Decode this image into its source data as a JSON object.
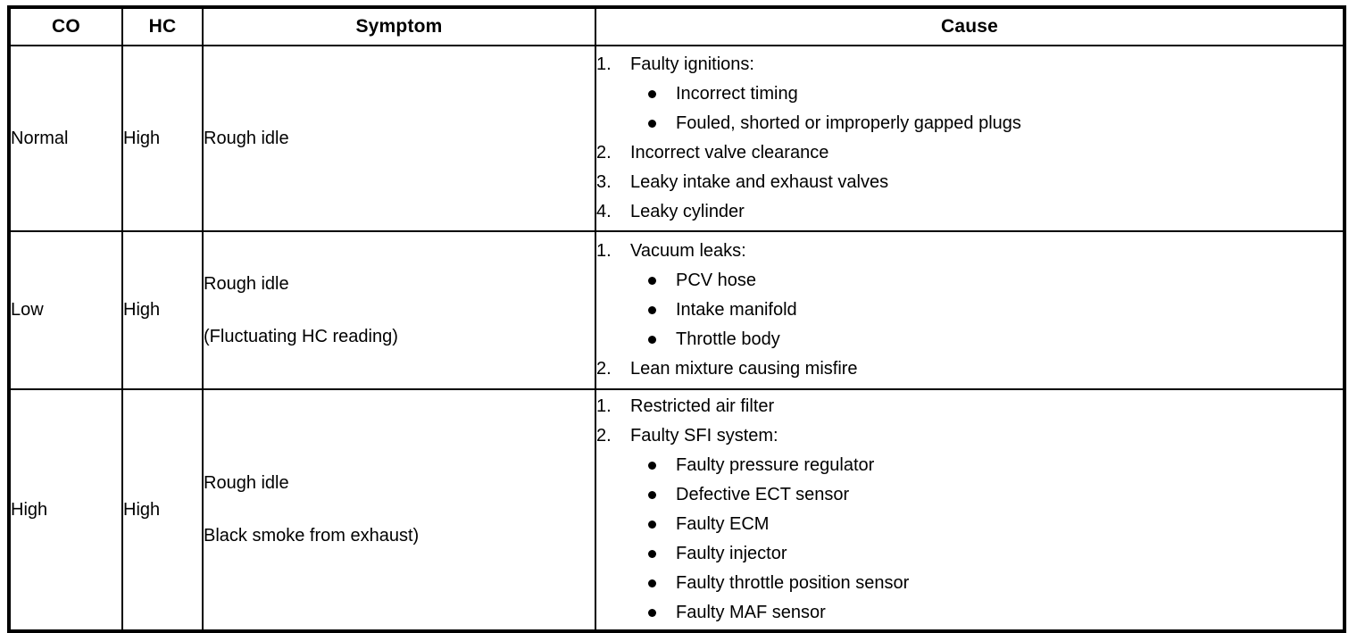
{
  "table": {
    "headers": [
      {
        "id": "co",
        "label": "CO"
      },
      {
        "id": "hc",
        "label": "HC"
      },
      {
        "id": "symptom",
        "label": "Symptom"
      },
      {
        "id": "cause",
        "label": "Cause"
      }
    ],
    "rows": [
      {
        "co": "Normal",
        "hc": "High",
        "symptom_lines": [
          "Rough idle"
        ],
        "causes": [
          {
            "number": "1.",
            "text": "Faulty ignitions:",
            "sub": [
              "Incorrect timing",
              "Fouled, shorted or improperly gapped plugs"
            ]
          },
          {
            "number": "2.",
            "text": "Incorrect valve clearance",
            "sub": []
          },
          {
            "number": "3.",
            "text": "Leaky intake and exhaust valves",
            "sub": []
          },
          {
            "number": "4.",
            "text": "Leaky cylinder",
            "sub": []
          }
        ]
      },
      {
        "co": "Low",
        "hc": "High",
        "symptom_lines": [
          "Rough idle",
          "(Fluctuating HC reading)"
        ],
        "causes": [
          {
            "number": "1.",
            "text": "Vacuum leaks:",
            "sub": [
              "PCV hose",
              "Intake manifold",
              "Throttle body"
            ]
          },
          {
            "number": "2.",
            "text": "Lean mixture causing misfire",
            "sub": []
          }
        ]
      },
      {
        "co": "High",
        "hc": "High",
        "symptom_lines": [
          "Rough idle",
          "Black smoke from exhaust)"
        ],
        "causes": [
          {
            "number": "1.",
            "text": "Restricted air filter",
            "sub": []
          },
          {
            "number": "2.",
            "text": "Faulty SFI system:",
            "sub": [
              "Faulty pressure regulator",
              "Defective ECT sensor",
              "Faulty ECM",
              "Faulty injector",
              "Faulty throttle position sensor",
              "Faulty MAF sensor"
            ]
          }
        ]
      }
    ]
  },
  "colors": {
    "border": "#000000",
    "text": "#000000",
    "background": "#ffffff"
  }
}
